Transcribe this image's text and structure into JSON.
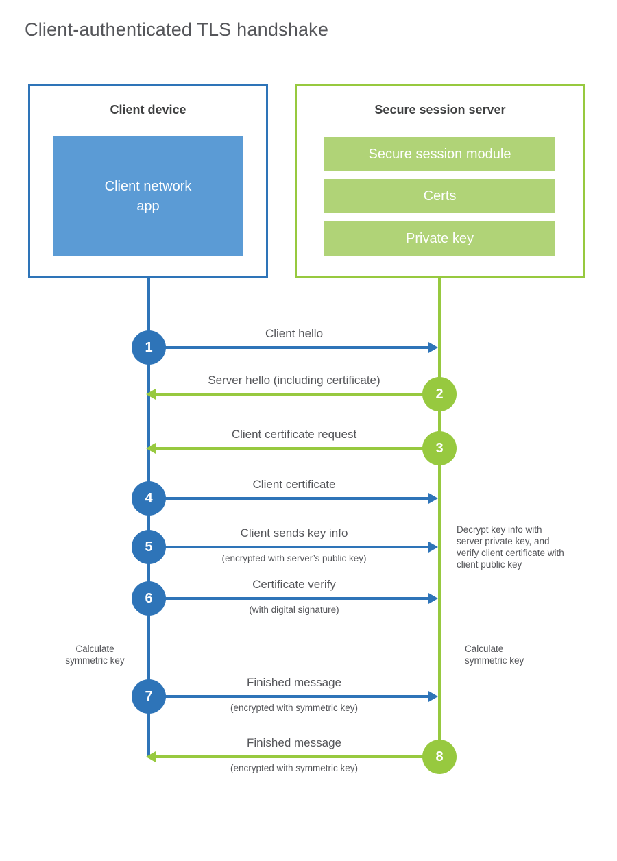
{
  "page": {
    "title": "Client-authenticated TLS handshake"
  },
  "colors": {
    "blue_line": "#2e74b8",
    "blue_fill": "#5b9bd5",
    "green_line": "#97c93f",
    "green_fill": "#b0d377",
    "text_gray": "#55565a",
    "heading_gray": "#3f4041"
  },
  "client_box": {
    "title": "Client device",
    "app_label": "Client network app"
  },
  "server_box": {
    "title": "Secure session server",
    "modules": [
      "Secure session module",
      "Certs",
      "Private key"
    ]
  },
  "steps": [
    {
      "number": "1",
      "actor": "client",
      "direction": "client-to-server",
      "label": "Client hello",
      "sublabel": ""
    },
    {
      "number": "2",
      "actor": "server",
      "direction": "server-to-client",
      "label": "Server hello (including certificate)",
      "sublabel": ""
    },
    {
      "number": "3",
      "actor": "server",
      "direction": "server-to-client",
      "label": "Client certificate request",
      "sublabel": ""
    },
    {
      "number": "4",
      "actor": "client",
      "direction": "client-to-server",
      "label": "Client certificate",
      "sublabel": ""
    },
    {
      "number": "5",
      "actor": "client",
      "direction": "client-to-server",
      "label": "Client sends key info",
      "sublabel": "(encrypted with server’s public key)"
    },
    {
      "number": "6",
      "actor": "client",
      "direction": "client-to-server",
      "label": "Certificate verify",
      "sublabel": "(with digital signature)"
    },
    {
      "number": "7",
      "actor": "client",
      "direction": "client-to-server",
      "label": "Finished message",
      "sublabel": "(encrypted with symmetric key)"
    },
    {
      "number": "8",
      "actor": "server",
      "direction": "server-to-client",
      "label": "Finished message",
      "sublabel": "(encrypted with symmetric key)"
    }
  ],
  "annotations": {
    "server_note": "Decrypt key info with server private key, and verify client certificate with client public key",
    "client_calc": "Calculate symmetric key",
    "server_calc": "Calculate symmetric key"
  }
}
